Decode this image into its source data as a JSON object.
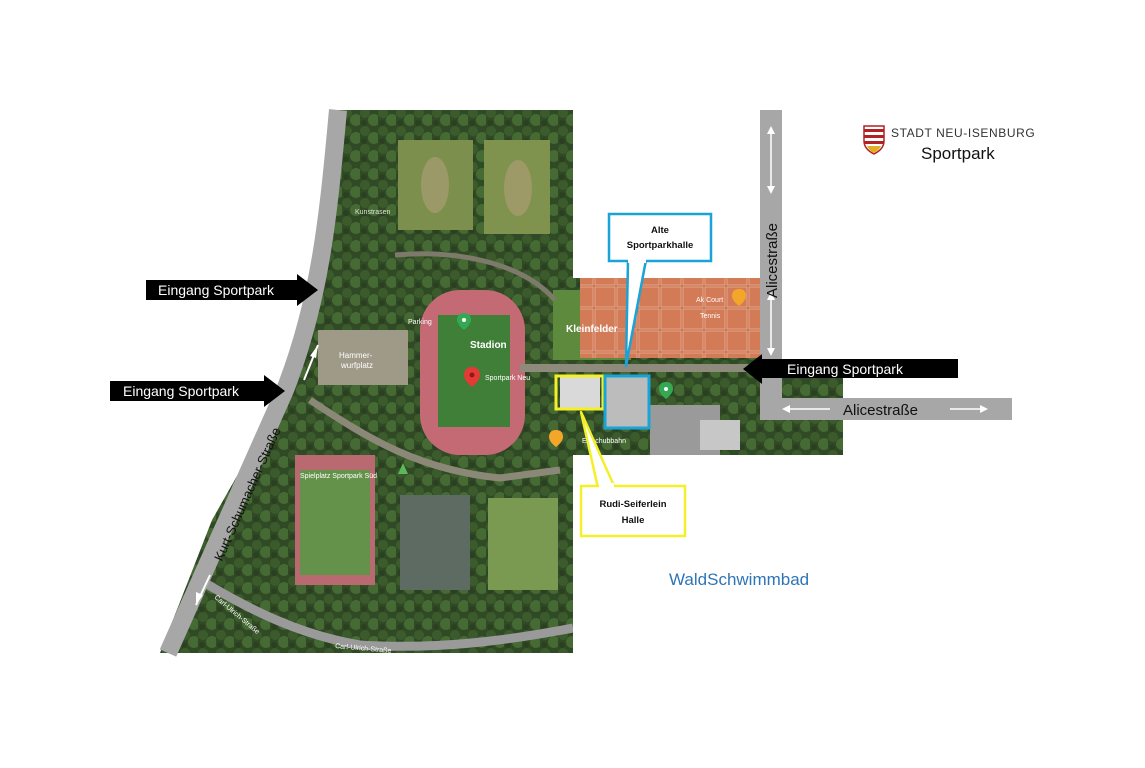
{
  "header": {
    "org": "STADT NEU-ISENBURG",
    "title": "Sportpark",
    "crest_icon": "coat-of-arms-icon"
  },
  "entrances": {
    "north_west": "Eingang Sportpark",
    "west": "Eingang Sportpark",
    "east": "Eingang Sportpark"
  },
  "streets": {
    "kurt": "Kurt-Schumacher-Straße",
    "alice_vertical": "Alicestraße",
    "alice_horizontal": "Alicestraße",
    "carl_ulrich_1": "Carl-Ulrich-Straße",
    "carl_ulrich_2": "Carl-Ulrich-Straße"
  },
  "places": {
    "stadion": "Stadion",
    "kleinfelder": "Kleinfelder",
    "hammer_1": "Hammer-",
    "hammer_2": "wurfplatz",
    "kunstrasen": "Kunstrasen",
    "sportpark_label": "Sportpark Neu",
    "spielplatz": "Spielplatz Sportpark Süd",
    "eisbahn": "Eisschubbahn",
    "tennis": "Tennis",
    "ak_court": "Ak Court",
    "parking": "Parking"
  },
  "callouts": {
    "alte_line1": "Alte",
    "alte_line2": "Sportparkhalle",
    "rudi_line1": "Rudi-Seiferlein",
    "rudi_line2": "Halle"
  },
  "pool": "WaldSchwimmbad",
  "colors": {
    "alte_outline": "#1aa3d6",
    "rudi_outline": "#f5ef2a",
    "road": "#a7a7a7",
    "arrow": "#000000",
    "pool_text": "#2e75b6"
  }
}
